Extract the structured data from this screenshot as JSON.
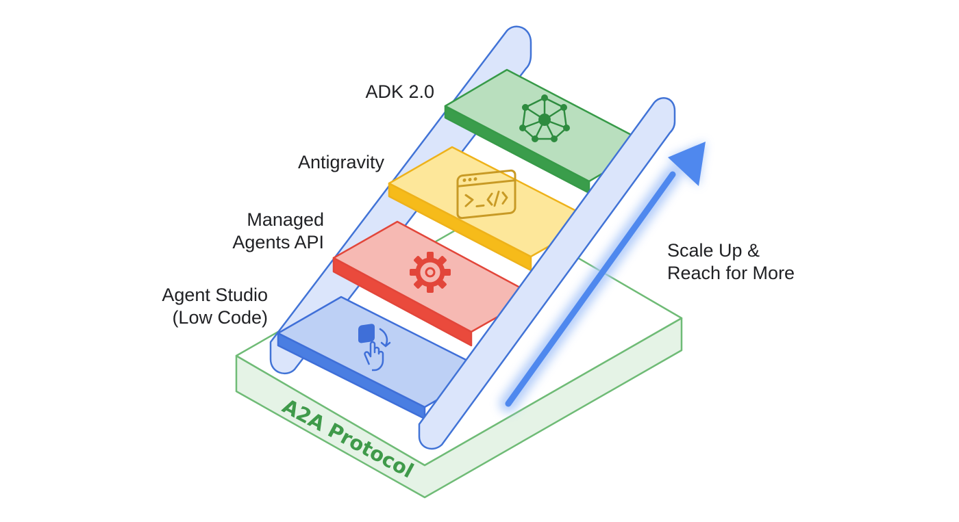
{
  "steps": [
    {
      "label": "Agent Studio\n(Low Code)",
      "icon": "pointer-hand-icon",
      "colors": {
        "top": "#bdd0f5",
        "front": "#4a7ee2",
        "edge": "#3f6fd8",
        "icon": "#3f6fd8"
      }
    },
    {
      "label": "Managed\nAgents API",
      "icon": "gear-icon",
      "colors": {
        "top": "#f6b9b3",
        "front": "#ea4a3c",
        "edge": "#e2463a",
        "icon": "#e2463a"
      }
    },
    {
      "label": "Antigravity",
      "icon": "code-window-icon",
      "colors": {
        "top": "#fde79a",
        "front": "#f6bb1a",
        "edge": "#eeb21a",
        "icon": "#c89a25"
      }
    },
    {
      "label": "ADK 2.0",
      "icon": "network-icon",
      "colors": {
        "top": "#b9dfbe",
        "front": "#3a9d4b",
        "edge": "#379a48",
        "icon": "#2e8b3f"
      }
    }
  ],
  "base": {
    "label": "A2A Protocol",
    "colors": {
      "top": "#ffffff",
      "side": "#e5f3e6",
      "edge": "#6fbb76",
      "text": "#3f9a4a"
    }
  },
  "arrow": {
    "label": "Scale Up &\nReach for More",
    "color": "#4f88ee",
    "glow": "#a9c6f8"
  },
  "ladder": {
    "rail_color": "#dbe5fb",
    "rail_edge": "#4173d6"
  }
}
